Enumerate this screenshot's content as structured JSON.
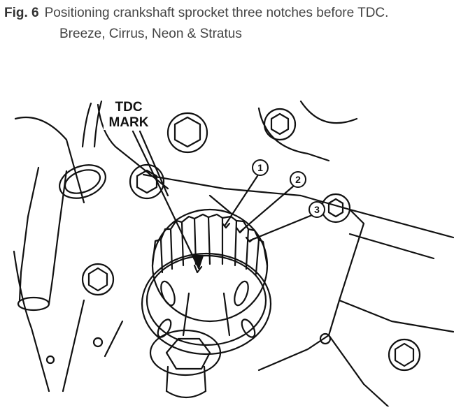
{
  "caption": {
    "figure_number": "Fig. 6",
    "title": "Positioning crankshaft sprocket three notches before TDC.",
    "models": "Breeze, Cirrus, Neon & Stratus"
  },
  "diagram": {
    "tdc_label_line1": "TDC",
    "tdc_label_line2": "MARK",
    "callouts": [
      "1",
      "2",
      "3"
    ],
    "ink_color": "#111111"
  }
}
